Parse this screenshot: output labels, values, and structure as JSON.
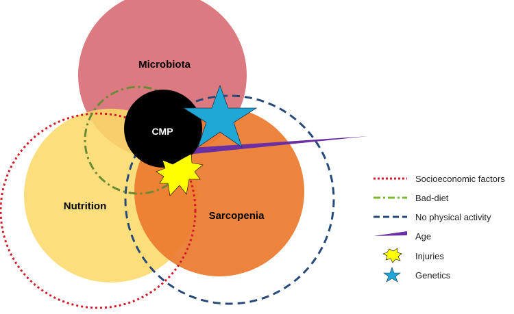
{
  "circles": {
    "microbiota": {
      "label": "Microbiota",
      "color": "#d5636a"
    },
    "nutrition": {
      "label": "Nutrition",
      "color": "#fcd96a"
    },
    "sarcopenia": {
      "label": "Sarcopenia",
      "color": "#ec7a2e"
    },
    "cmp": {
      "label": "CMP",
      "color": "#000000"
    }
  },
  "overlays": {
    "socioeconomic_color": "#d3192a",
    "bad_diet_color": "#6a8a34",
    "bad_diet_legend_color": "#7ab92f",
    "physical_activity_color": "#26497a",
    "age_color": "#6a2fa2",
    "injuries_color": "#ffff00",
    "genetics_color": "#1fa8d6"
  },
  "legend": {
    "items": [
      {
        "label": "Socioeconomic factors",
        "icon": "red-dotted-line"
      },
      {
        "label": "Bad-diet",
        "icon": "green-dash-dot-line"
      },
      {
        "label": "No physical activity",
        "icon": "blue-dashed-line"
      },
      {
        "label": "Age",
        "icon": "purple-wedge"
      },
      {
        "label": "Injuries",
        "icon": "yellow-burst"
      },
      {
        "label": "Genetics",
        "icon": "cyan-star"
      }
    ]
  }
}
